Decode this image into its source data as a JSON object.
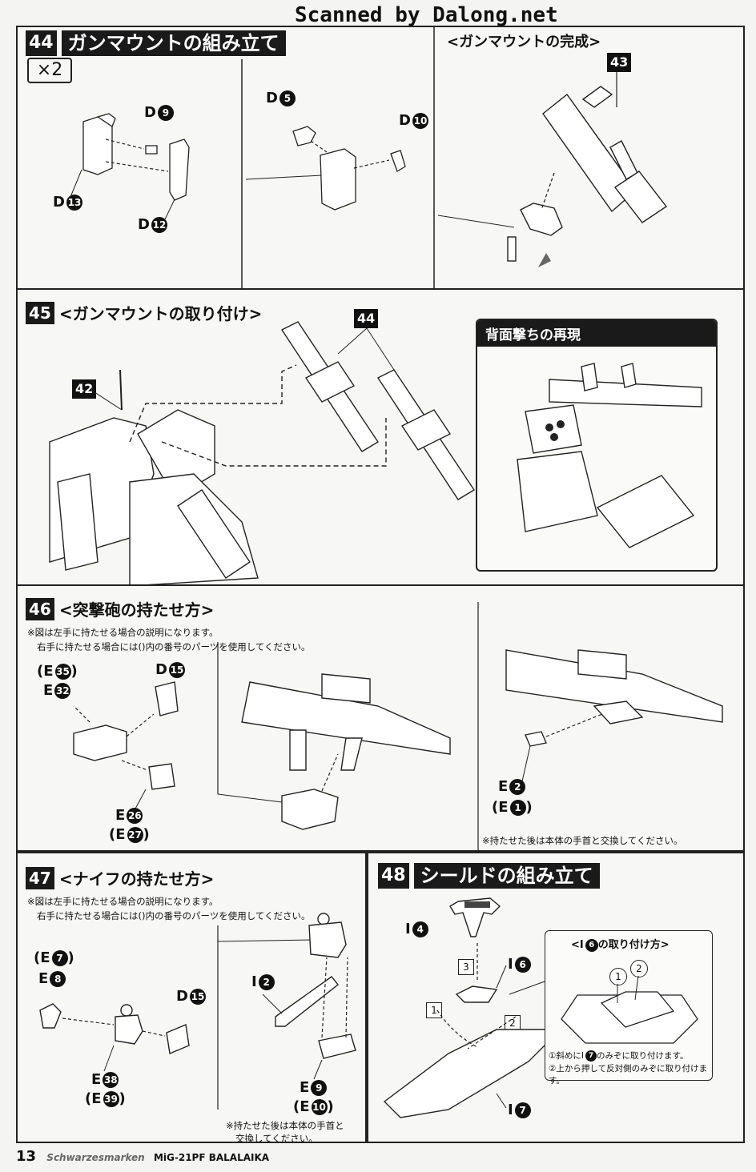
{
  "scanner_credit": "Scanned by Dalong.net",
  "step44": {
    "num": "44",
    "title": "ガンマウントの組み立て",
    "qty": "×2",
    "completion_title": "<ガンマウントの完成>",
    "callout": "43",
    "parts": {
      "d9": {
        "letter": "D",
        "num": "9"
      },
      "d13": {
        "letter": "D",
        "num": "13"
      },
      "d12": {
        "letter": "D",
        "num": "12"
      },
      "d5": {
        "letter": "D",
        "num": "5"
      },
      "d10": {
        "letter": "D",
        "num": "10"
      }
    }
  },
  "step45": {
    "num": "45",
    "title": "<ガンマウントの取り付け>",
    "callout42": "42",
    "callout44": "44",
    "inset_title": "背面撃ちの再現"
  },
  "step46": {
    "num": "46",
    "title": "<突撃砲の持たせ方>",
    "note1": "※図は左手に持たせる場合の説明になります。",
    "note2": "右手に持たせる場合には()内の番号のパーツを使用してください。",
    "note_bottom": "※持たせた後は本体の手首と交換してください。",
    "parts": {
      "e35": {
        "letter": "E",
        "num": "35"
      },
      "e32": {
        "letter": "E",
        "num": "32"
      },
      "d15": {
        "letter": "D",
        "num": "15"
      },
      "e26": {
        "letter": "E",
        "num": "26"
      },
      "e27": {
        "letter": "E",
        "num": "27"
      },
      "e2": {
        "letter": "E",
        "num": "2"
      },
      "e1": {
        "letter": "E",
        "num": "1"
      }
    }
  },
  "step47": {
    "num": "47",
    "title": "<ナイフの持たせ方>",
    "note1": "※図は左手に持たせる場合の説明になります。",
    "note2": "右手に持たせる場合には()内の番号のパーツを使用してください。",
    "note_bottom1": "※持たせた後は本体の手首と",
    "note_bottom2": "交換してください。",
    "parts": {
      "e7": {
        "letter": "E",
        "num": "7"
      },
      "e8": {
        "letter": "E",
        "num": "8"
      },
      "d15": {
        "letter": "D",
        "num": "15"
      },
      "e38": {
        "letter": "E",
        "num": "38"
      },
      "e39": {
        "letter": "E",
        "num": "39"
      },
      "i2": {
        "letter": "I",
        "num": "2"
      },
      "e9": {
        "letter": "E",
        "num": "9"
      },
      "e10": {
        "letter": "E",
        "num": "10"
      }
    }
  },
  "step48": {
    "num": "48",
    "title": "シールドの組み立て",
    "parts": {
      "i4": {
        "letter": "I",
        "num": "4"
      },
      "i6": {
        "letter": "I",
        "num": "6"
      },
      "i7": {
        "letter": "I",
        "num": "7"
      }
    },
    "order": {
      "s1": "1",
      "s2": "2",
      "s3": "3"
    },
    "inset_title_pre": "<I",
    "inset_title_num": "6",
    "inset_title_post": "の取り付け方>",
    "inset_c1": "1",
    "inset_c2": "2",
    "inset_note1_pre": "①斜めにI",
    "inset_note1_num": "7",
    "inset_note1_post": "のみぞに取り付けます。",
    "inset_note2": "②上から押して反対側のみぞに取り付けます。"
  },
  "footer": {
    "page": "13",
    "series": "Schwarzesmarken",
    "model": "MiG-21PF BALALAIKA"
  }
}
